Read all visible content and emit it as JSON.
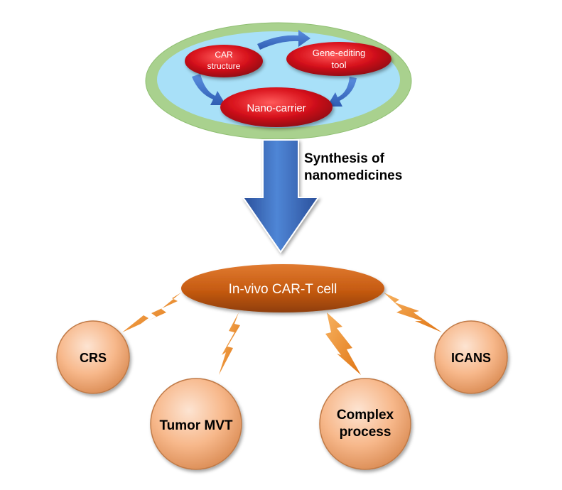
{
  "top_ellipse": {
    "components": {
      "car_structure": [
        "CAR",
        "structure"
      ],
      "gene_editing_tool": [
        "Gene-editing",
        "tool"
      ],
      "nano_carrier": "Nano-carrier"
    }
  },
  "process_label": [
    "Synthesis of",
    "nanomedicines"
  ],
  "center_node": "In-vivo CAR-T cell",
  "outcomes": {
    "crs": "CRS",
    "tumor_mvt": "Tumor MVT",
    "complex_process": [
      "Complex",
      "process"
    ],
    "icans": "ICANS"
  },
  "colors": {
    "outer_ring": "#a9d18e",
    "inner_fill": "#a8e0f8",
    "red_node": "#d8121c",
    "blue_arrow": "#4472c4",
    "center_node": "#c55a11",
    "outcome_circle": "#f4b183",
    "bolt": "#ed8a2a"
  }
}
